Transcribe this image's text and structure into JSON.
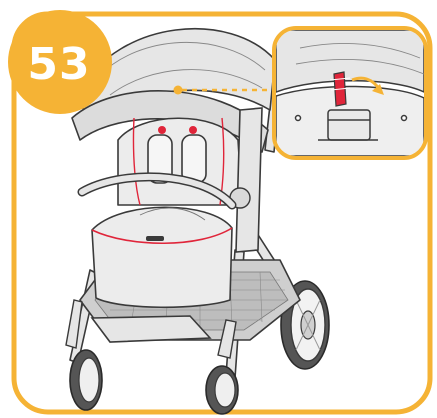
{
  "step": {
    "number": "53"
  },
  "colors": {
    "accent": "#f5b335",
    "outline": "#3a3a3a",
    "highlight": "#e0253a",
    "fabric": "#e6e6e6",
    "fabric_dark": "#cfcfcf",
    "frame": "#d9d9d9",
    "tire": "#555555",
    "background": "#ffffff"
  },
  "icons": {
    "badge": "step-number-badge",
    "arrow": "rotate-arrow-icon",
    "strap": "red-strap-release-icon",
    "callout": "zoom-callout-detail"
  }
}
